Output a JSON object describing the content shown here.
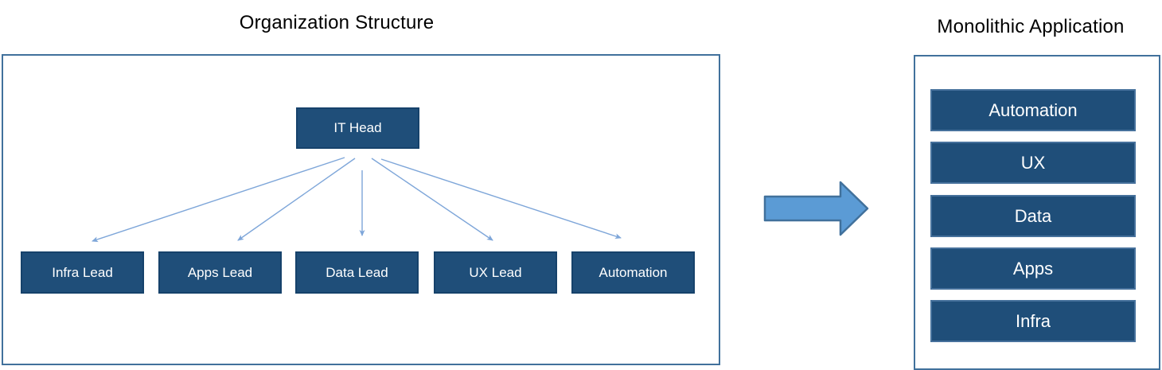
{
  "org": {
    "title": "Organization Structure",
    "root": "IT Head",
    "children": [
      "Infra Lead",
      "Apps Lead",
      "Data Lead",
      "UX Lead",
      "Automation"
    ]
  },
  "mono": {
    "title": "Monolithic Application",
    "layers": [
      "Automation",
      "UX",
      "Data",
      "Apps",
      "Infra"
    ]
  },
  "icons": {
    "transform_arrow": "right-block-arrow",
    "connector_arrow": "down-fan-arrow"
  },
  "colors": {
    "node_fill": "#1F4E79",
    "node_border": "#16426B",
    "layer_border": "#46719C",
    "panel_border": "#41719C",
    "connector": "#7EA6D9",
    "block_arrow_fill": "#5B9BD5",
    "block_arrow_border": "#41719C",
    "title_text": "#000000",
    "node_text": "#FFFFFF"
  }
}
